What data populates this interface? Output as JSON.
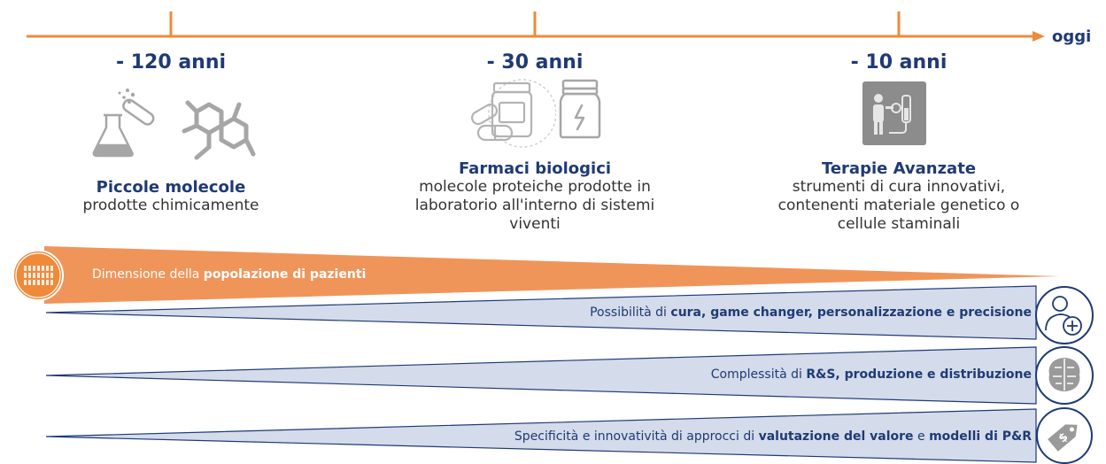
{
  "timeline": {
    "today_label": "oggi",
    "colors": {
      "accent": "#ef8a3a",
      "navy": "#1f3a75",
      "band_fill": "#d4dbea",
      "icon_gray": "#a6a6a6"
    }
  },
  "eras": [
    {
      "heading": "- 120 anni",
      "title": "Piccole molecole",
      "description": "prodotte chimicamente",
      "icons": [
        "flask-icon",
        "molecule-icon"
      ]
    },
    {
      "heading": "- 30 anni",
      "title": "Farmaci biologici",
      "description": "molecole proteiche prodotte in laboratorio all'interno di sistemi viventi",
      "icons": [
        "pills-bottle-icon",
        "vial-icon"
      ]
    },
    {
      "heading": "- 10 anni",
      "title": "Terapie Avanzate",
      "description": "strumenti di cura innovativi, contenenti materiale genetico o cellule staminali",
      "icons": [
        "advanced-therapy-icon"
      ]
    }
  ],
  "bands": [
    {
      "prefix": "Dimensione della ",
      "bold": "popolazione di pazienti",
      "middle": "",
      "bold2": "",
      "icon": "patients-icon"
    },
    {
      "prefix": "Possibilità di ",
      "bold": "cura, game changer, personalizzazione e precisione",
      "middle": "",
      "bold2": "",
      "icon": "person-plus-icon"
    },
    {
      "prefix": "Complessità di ",
      "bold": "R&S, produzione e distribuzione",
      "middle": "",
      "bold2": "",
      "icon": "brain-chip-icon"
    },
    {
      "prefix": "Specificità e innovatività di approcci di ",
      "bold": "valutazione del valore",
      "middle": " e ",
      "bold2": "modelli di P&R",
      "icon": "price-tag-icon"
    }
  ]
}
